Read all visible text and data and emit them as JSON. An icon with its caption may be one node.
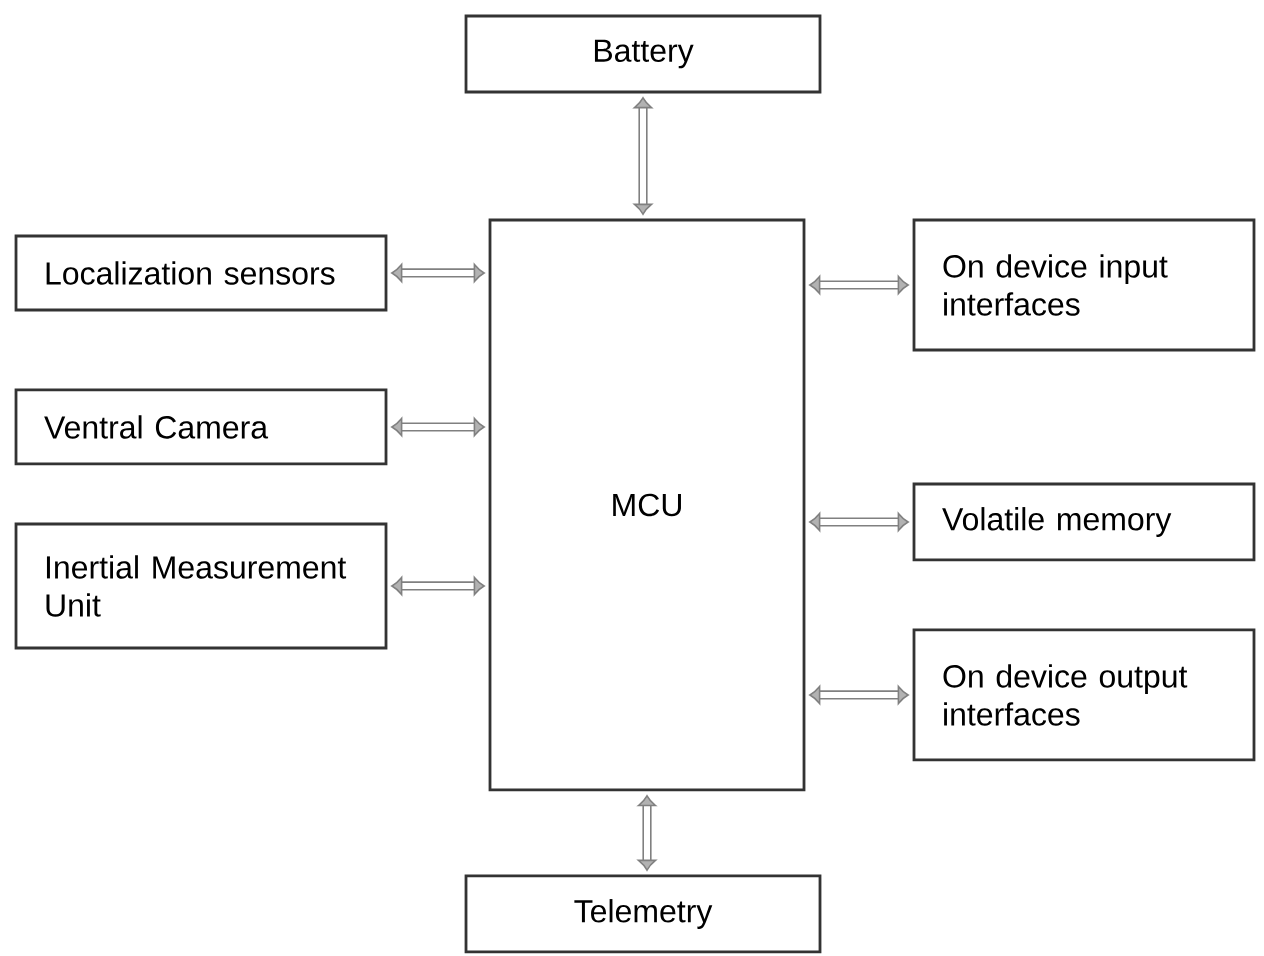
{
  "diagram": {
    "nodes": [
      {
        "text": [
          "Battery"
        ]
      },
      {
        "text": [
          "Localization sensors"
        ]
      },
      {
        "text": [
          "Ventral Camera"
        ]
      },
      {
        "text": [
          "Inertial Measurement Unit"
        ]
      },
      {
        "text": [
          "MCU"
        ]
      },
      {
        "text": [
          "On device input interfaces"
        ]
      },
      {
        "text": [
          "Volatile memory"
        ]
      },
      {
        "text": [
          "On device output interfaces"
        ]
      },
      {
        "text": [
          "Telemetry"
        ]
      }
    ],
    "edges": [
      {
        "from": 0,
        "to": 4,
        "arrow": "both"
      },
      {
        "from": 1,
        "to": 4,
        "arrow": "both"
      },
      {
        "from": 2,
        "to": 4,
        "arrow": "both"
      },
      {
        "from": 3,
        "to": 4,
        "arrow": "both"
      },
      {
        "from": 4,
        "to": 5,
        "arrow": "both"
      },
      {
        "from": 4,
        "to": 6,
        "arrow": "both"
      },
      {
        "from": 4,
        "to": 7,
        "arrow": "both"
      },
      {
        "from": 4,
        "to": 8,
        "arrow": "both"
      }
    ]
  }
}
